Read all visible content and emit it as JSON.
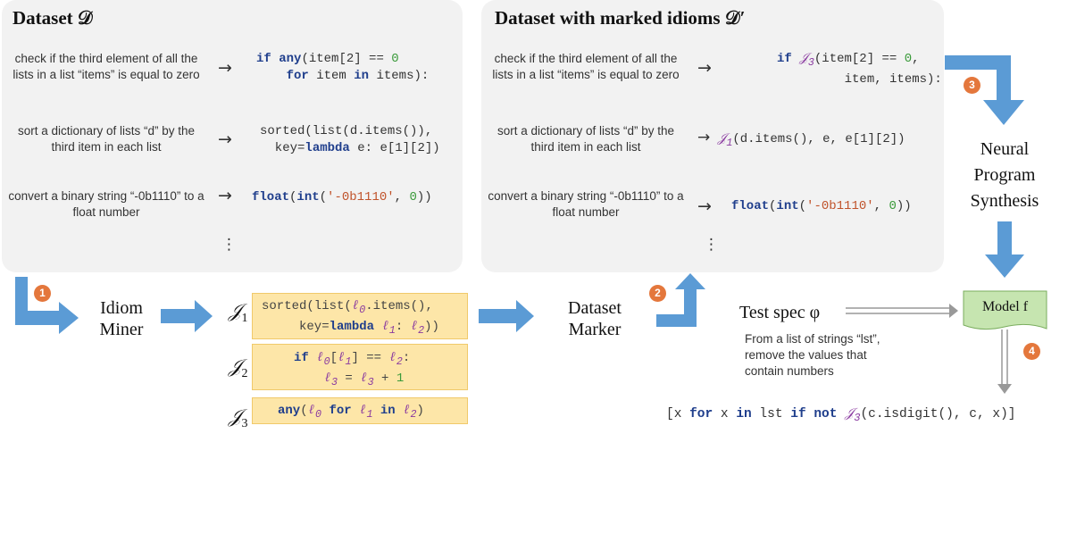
{
  "panel_left": {
    "title": "Dataset 𝒟",
    "rows": [
      {
        "nl": "check if the third element of all the lists in a list “items” is equal to zero",
        "arrow": "→"
      },
      {
        "nl": "sort a dictionary of lists “d” by the third item in each list",
        "arrow": "→"
      },
      {
        "nl": "convert a binary string “-0b1110” to a float number",
        "arrow": "→"
      }
    ],
    "ellipsis": "⋮"
  },
  "panel_right": {
    "title": "Dataset with marked idioms 𝒟′",
    "rows": [
      {
        "nl": "check if the third element of all the lists in a list “items” is equal to zero",
        "arrow": "→"
      },
      {
        "nl": "sort a dictionary of lists “d” by the third item in each list",
        "arrow": "→"
      },
      {
        "nl": "convert a binary string “-0b1110” to a float number",
        "arrow": "→"
      }
    ],
    "ellipsis": "⋮"
  },
  "nodes": {
    "idiom_miner": "Idiom Miner",
    "dataset_marker": "Dataset Marker",
    "neural_synthesis": "Neural Program Synthesis",
    "model": "Model f",
    "test_spec": "Test spec φ",
    "test_spec_desc": "From a list of strings “lst”, remove the values that contain numbers"
  },
  "idioms": {
    "labels": [
      "𝒥1",
      "𝒥2",
      "𝒥3"
    ]
  },
  "steps": [
    "1",
    "2",
    "3",
    "4"
  ],
  "output_code": "[x for x in lst if not 𝒥3(c.isdigit(), c, x)]",
  "colors": {
    "panel_bg": "#f2f2f2",
    "flow_arrow": "#5b9bd5",
    "badge": "#e4773c",
    "idiom_note": "#fde6a8",
    "model_box": "#c6e5b0",
    "keyword": "#1f3e8c",
    "number": "#3a9a3a",
    "string": "#c0532b",
    "idiom_var": "#8a3aa0"
  }
}
